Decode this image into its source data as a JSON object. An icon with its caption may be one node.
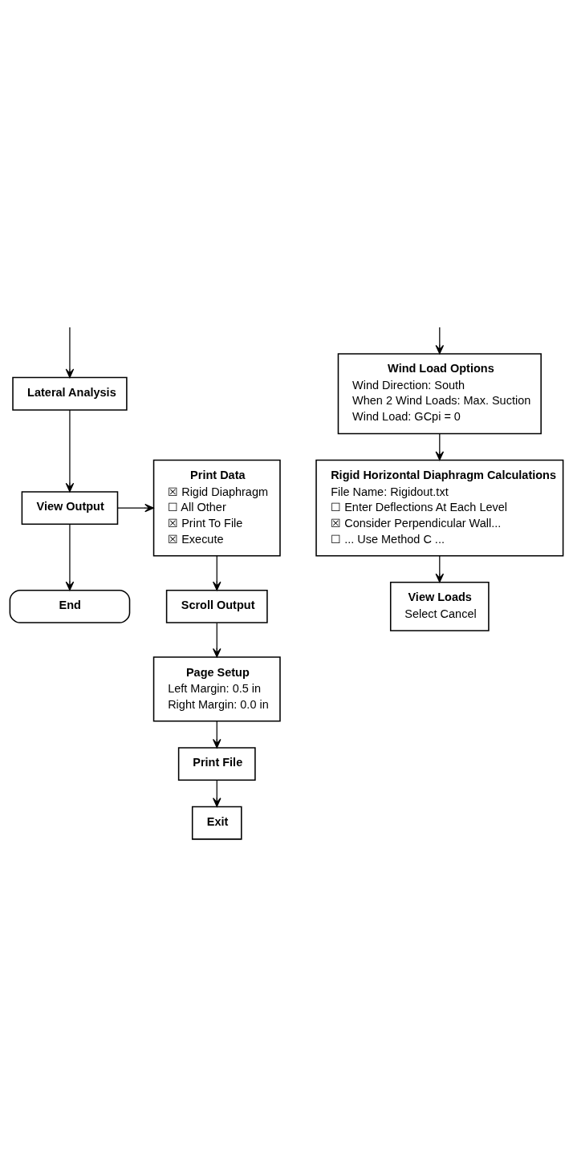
{
  "diagram": {
    "nodes": [
      {
        "text": [
          "Lateral Analysis"
        ]
      },
      {
        "text": [
          "Wind Load Options",
          "Wind Direction: South",
          "When 2 Wind Loads: Max. Suction",
          "Wind Load: GCpi = 0"
        ]
      },
      {
        "text": [
          "Rigid Horizontal Diaphragm Calculations",
          "File Name: Rigidout.txt",
          "☐ Enter Deflections At Each Level",
          "☒ Consider Perpendicular Wall...",
          "☐ ... Use Method C ..."
        ]
      },
      {
        "text": [
          "View Loads",
          "Select Cancel"
        ]
      },
      {
        "text": [
          "View Output"
        ]
      },
      {
        "text": [
          "Print Data",
          "☒ Rigid Diaphragm",
          "☐ All Other",
          "☒ Print To File",
          "☒ Execute"
        ]
      },
      {
        "text": [
          "Scroll Output"
        ]
      },
      {
        "text": [
          "Page Setup",
          "Left Margin: 0.5 in",
          "Right Margin: 0.0 in"
        ]
      },
      {
        "text": [
          "Print File"
        ]
      },
      {
        "text": [
          "Exit"
        ]
      },
      {
        "text": [
          "End"
        ]
      }
    ],
    "edges": [
      {
        "from": null,
        "to": 0,
        "arrow": "to"
      },
      {
        "from": null,
        "to": 1,
        "arrow": "to"
      },
      {
        "from": 1,
        "to": 2,
        "arrow": "to"
      },
      {
        "from": 2,
        "to": 3,
        "arrow": "to"
      },
      {
        "from": 0,
        "to": 4,
        "arrow": "to"
      },
      {
        "from": 4,
        "to": 5,
        "arrow": "to"
      },
      {
        "from": 5,
        "to": 6,
        "arrow": "to"
      },
      {
        "from": 6,
        "to": 7,
        "arrow": "to"
      },
      {
        "from": 7,
        "to": 8,
        "arrow": "to"
      },
      {
        "from": 8,
        "to": 9,
        "arrow": "to"
      },
      {
        "from": 4,
        "to": 10,
        "arrow": "to"
      }
    ]
  }
}
